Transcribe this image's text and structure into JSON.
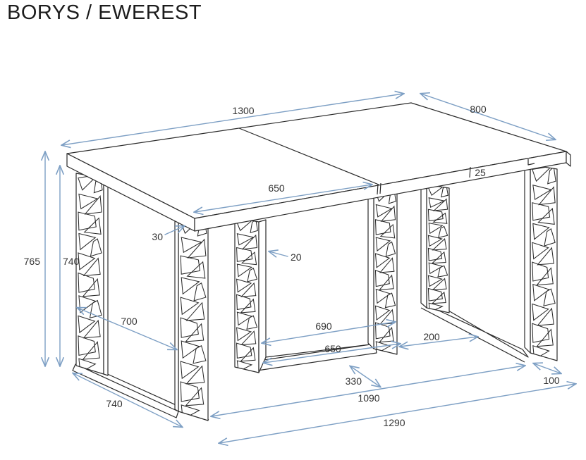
{
  "title": "BORYS / EWEREST",
  "colors": {
    "dimension_line": "#7d9fc4",
    "drawing_line": "#2b2b2b",
    "label_text": "#333333"
  },
  "dimensions": {
    "top_length": "1300",
    "top_width": "800",
    "top_thickness": "25",
    "section_length": "650",
    "top_overhang": "30",
    "leg_panel_thickness": "20",
    "total_height": "765",
    "leg_height": "740",
    "frame_inner_depth": "700",
    "frame_outer_depth": "740",
    "mid_frame_inner_width": "690",
    "mid_frame_bottom_width": "650",
    "frame_spacing": "200",
    "foot_offset": "330",
    "feet_span_inner": "1090",
    "feet_span_outer": "1290",
    "foot_end_width": "100"
  }
}
